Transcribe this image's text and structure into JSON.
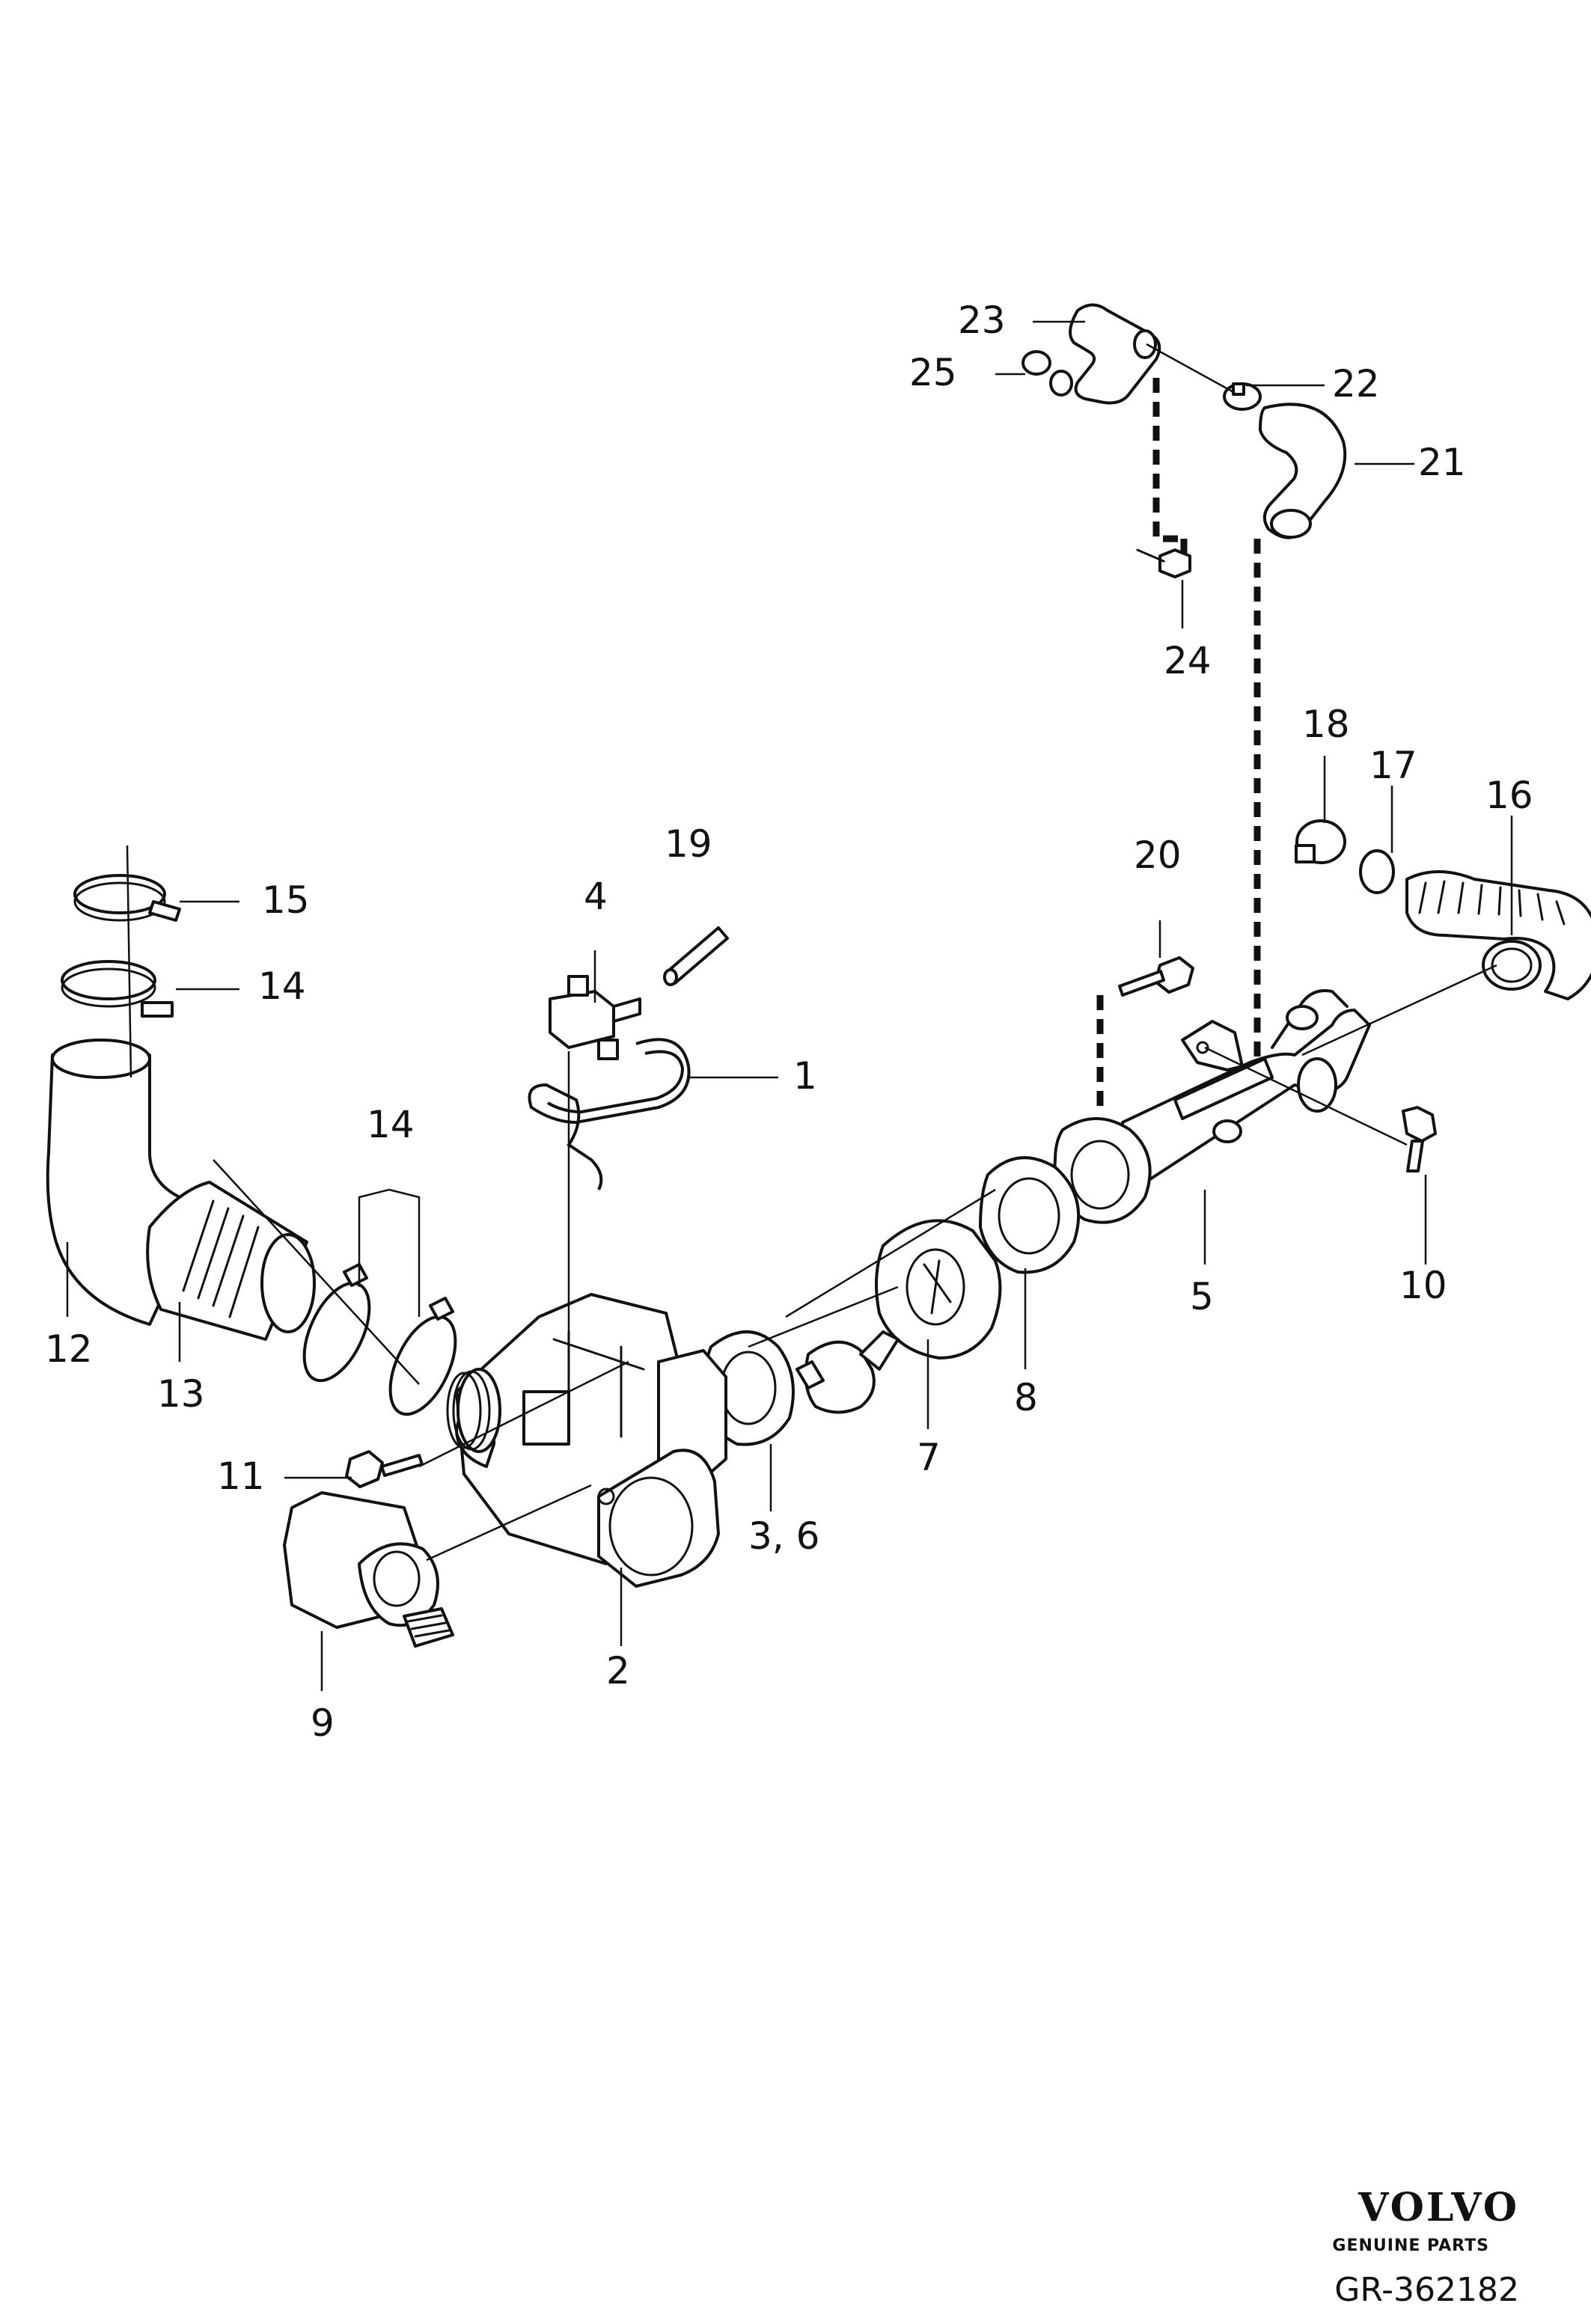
{
  "callouts": {
    "c1": "1",
    "c2": "2",
    "c3_6": "3, 6",
    "c4": "4",
    "c5": "5",
    "c7": "7",
    "c8": "8",
    "c9": "9",
    "c10": "10",
    "c11": "11",
    "c12": "12",
    "c13": "13",
    "c14a": "14",
    "c14b": "14",
    "c15": "15",
    "c16": "16",
    "c17": "17",
    "c18": "18",
    "c19": "19",
    "c20": "20",
    "c21": "21",
    "c22": "22",
    "c23": "23",
    "c24": "24",
    "c25": "25"
  },
  "branding": {
    "logo_text": "VOLVO",
    "tagline": "GENUINE PARTS",
    "reference": "GR-362182"
  }
}
